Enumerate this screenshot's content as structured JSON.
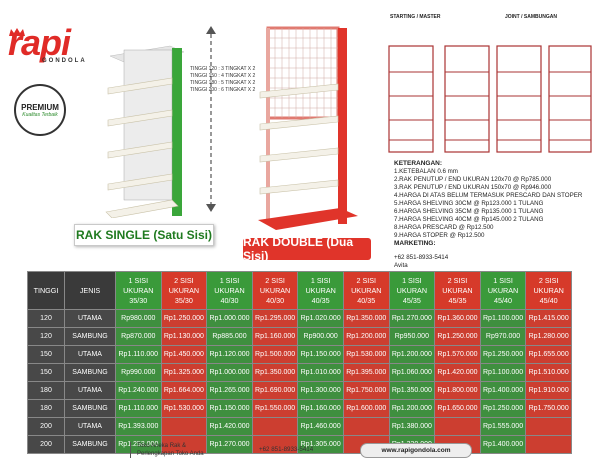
{
  "brand": {
    "logo_text": "rapi",
    "logo_sub": "GONDOLA"
  },
  "badge": {
    "title": "PREMIUM",
    "subtitle": "Kualitas Terbaik"
  },
  "single": {
    "caption": "RAK SINGLE (Satu Sisi)"
  },
  "double": {
    "caption": "RAK DOUBLE (Dua Sisi)"
  },
  "heights": [
    "TINGGI 120 : 3 TINGKAT X 2",
    "TINGGI 150 : 4 TINGKAT X 2",
    "TINGGI 180 : 5 TINGKAT X 2",
    "TINGGI 200 : 6 TINGKAT X 2"
  ],
  "joint": {
    "left_label": "STARTING / MASTER",
    "right_label": "JOINT / SAMBUNGAN"
  },
  "keterangan": {
    "title": "KETERANGAN:",
    "items": [
      "1.KETEBALAN 0.6 mm",
      "2.RAK PENUTUP / END UKURAN 120x70 @ Rp785.000",
      "3.RAK PENUTUP / END UKURAN 150x70 @ Rp946.000",
      "4.HARGA DI ATAS BELUM TERMASUK PRESCARD DAN STOPER",
      "5.HARGA SHELVING 30CM @ Rp123.000 1 TULANG",
      "6.HARGA SHELVING 35CM @ Rp135.000 1 TULANG",
      "7.HARGA SHELVING 40CM @ Rp145.000 2 TULANG",
      "8.HARGA PRESCARD @ Rp12.500",
      "9.HARGA STOPER @ Rp12.500"
    ]
  },
  "marketing": {
    "title": "MARKETING:",
    "phone": "+62 851-8933-5414",
    "name": "Avita"
  },
  "table": {
    "headers": [
      {
        "l1": "TINGGI",
        "l2": "",
        "l3": "",
        "tone": "dark"
      },
      {
        "l1": "JENIS",
        "l2": "",
        "l3": "",
        "tone": "dark"
      },
      {
        "l1": "1 SISI",
        "l2": "UKURAN",
        "l3": "35/30",
        "tone": "green"
      },
      {
        "l1": "2 SISI",
        "l2": "UKURAN",
        "l3": "35/30",
        "tone": "red"
      },
      {
        "l1": "1 SISI",
        "l2": "UKURAN",
        "l3": "40/30",
        "tone": "green"
      },
      {
        "l1": "2 SISI",
        "l2": "UKURAN",
        "l3": "40/30",
        "tone": "red"
      },
      {
        "l1": "1 SISI",
        "l2": "UKURAN",
        "l3": "40/35",
        "tone": "green"
      },
      {
        "l1": "2 SISI",
        "l2": "UKURAN",
        "l3": "40/35",
        "tone": "red"
      },
      {
        "l1": "1 SISI",
        "l2": "UKURAN",
        "l3": "45/35",
        "tone": "green"
      },
      {
        "l1": "2 SISI",
        "l2": "UKURAN",
        "l3": "45/35",
        "tone": "red"
      },
      {
        "l1": "1 SISI",
        "l2": "UKURAN",
        "l3": "45/40",
        "tone": "green"
      },
      {
        "l1": "2 SISI",
        "l2": "UKURAN",
        "l3": "45/40",
        "tone": "red"
      }
    ],
    "rows": [
      [
        "120",
        "UTAMA",
        "Rp980.000",
        "Rp1.250.000",
        "Rp1.000.000",
        "Rp1.295.000",
        "Rp1.020.000",
        "Rp1.350.000",
        "Rp1.270.000",
        "Rp1.360.000",
        "Rp1.100.000",
        "Rp1.415.000"
      ],
      [
        "120",
        "SAMBUNG",
        "Rp870.000",
        "Rp1.130.000",
        "Rp885.000",
        "Rp1.160.000",
        "Rp900.000",
        "Rp1.200.000",
        "Rp950.000",
        "Rp1.250.000",
        "Rp970.000",
        "Rp1.280.000"
      ],
      [
        "150",
        "UTAMA",
        "Rp1.110.000",
        "Rp1.450.000",
        "Rp1.120.000",
        "Rp1.500.000",
        "Rp1.150.000",
        "Rp1.530.000",
        "Rp1.200.000",
        "Rp1.570.000",
        "Rp1.250.000",
        "Rp1.655.000"
      ],
      [
        "150",
        "SAMBUNG",
        "Rp990.000",
        "Rp1.325.000",
        "Rp1.000.000",
        "Rp1.350.000",
        "Rp1.010.000",
        "Rp1.395.000",
        "Rp1.060.000",
        "Rp1.420.000",
        "Rp1.100.000",
        "Rp1.510.000"
      ],
      [
        "180",
        "UTAMA",
        "Rp1.240.000",
        "Rp1.664.000",
        "Rp1.265.000",
        "Rp1.690.000",
        "Rp1.300.000",
        "Rp1.750.000",
        "Rp1.350.000",
        "Rp1.800.000",
        "Rp1.400.000",
        "Rp1.910.000"
      ],
      [
        "180",
        "SAMBUNG",
        "Rp1.110.000",
        "Rp1.530.000",
        "Rp1.150.000",
        "Rp1.550.000",
        "Rp1.160.000",
        "Rp1.600.000",
        "Rp1.200.000",
        "Rp1.650.000",
        "Rp1.250.000",
        "Rp1.750.000"
      ],
      [
        "200",
        "UTAMA",
        "Rp1.393.000",
        "",
        "Rp1.420.000",
        "",
        "Rp1.460.000",
        "",
        "Rp1.380.000",
        "",
        "Rp1.555.000",
        ""
      ],
      [
        "200",
        "SAMBUNG",
        "Rp1.253.000",
        "",
        "Rp1.270.000",
        "",
        "Rp1.305.000",
        "",
        "Rp1.330.000",
        "",
        "Rp1.400.000",
        ""
      ]
    ]
  },
  "footer": {
    "line1": "Toko Aneka Rak &",
    "line2": "Perlengkapan Toko Anda",
    "phone": "+62 851-8933-5414",
    "website": "www.rapigondola.com"
  },
  "colors": {
    "green": "#3a9a3a",
    "red": "#d63a2a",
    "dark": "#3a3a3a"
  }
}
